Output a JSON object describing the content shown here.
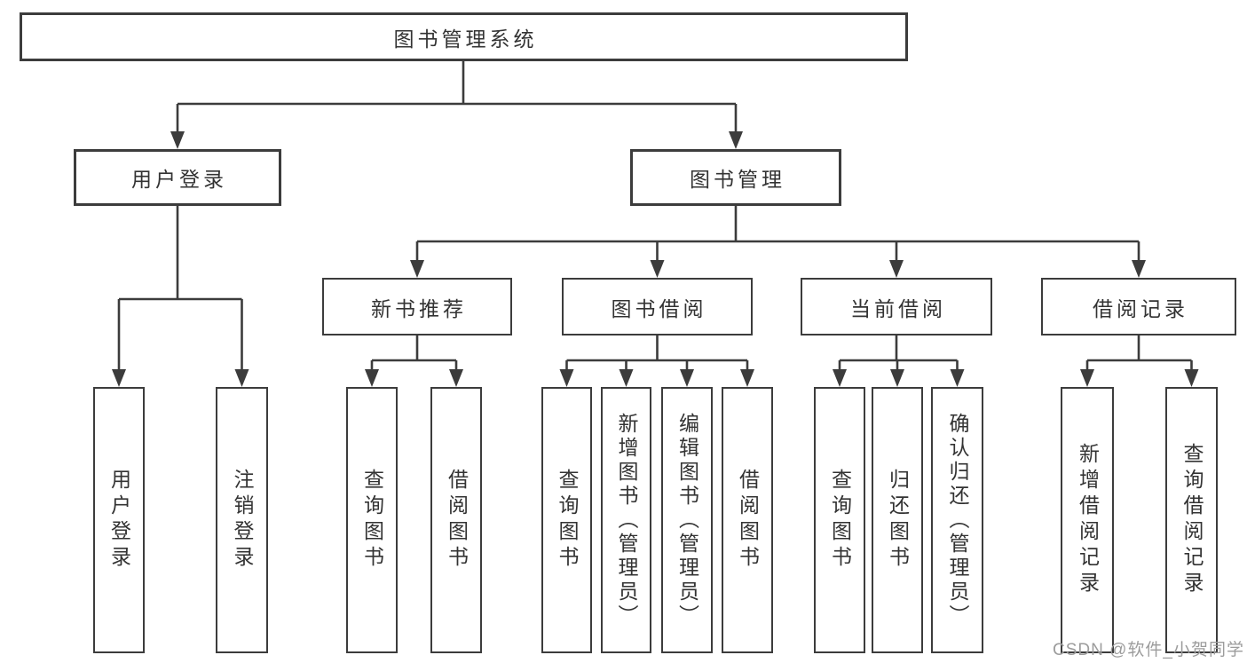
{
  "diagram_title": "图书管理系统",
  "colors": {
    "line": "#3c3c3c",
    "text": "#333333",
    "background": "#ffffff",
    "watermark": "#9c9c9c"
  },
  "tree": {
    "root": {
      "label": "图书管理系统"
    },
    "branches": [
      {
        "label": "用户登录",
        "children": [
          {
            "label": "用户登录"
          },
          {
            "label": "注销登录"
          }
        ]
      },
      {
        "label": "图书管理",
        "children": [
          {
            "label": "新书推荐",
            "children": [
              {
                "label": "查询图书"
              },
              {
                "label": "借阅图书"
              }
            ]
          },
          {
            "label": "图书借阅",
            "children": [
              {
                "label": "查询图书"
              },
              {
                "label": "新增图书（管理员）"
              },
              {
                "label": "编辑图书（管理员）"
              },
              {
                "label": "借阅图书"
              }
            ]
          },
          {
            "label": "当前借阅",
            "children": [
              {
                "label": "查询图书"
              },
              {
                "label": "归还图书"
              },
              {
                "label": "确认归还（管理员）"
              }
            ]
          },
          {
            "label": "借阅记录",
            "children": [
              {
                "label": "新增借阅记录"
              },
              {
                "label": "查询借阅记录"
              }
            ]
          }
        ]
      }
    ]
  },
  "watermark": {
    "text": "CSDN @软件_小贺同学"
  }
}
